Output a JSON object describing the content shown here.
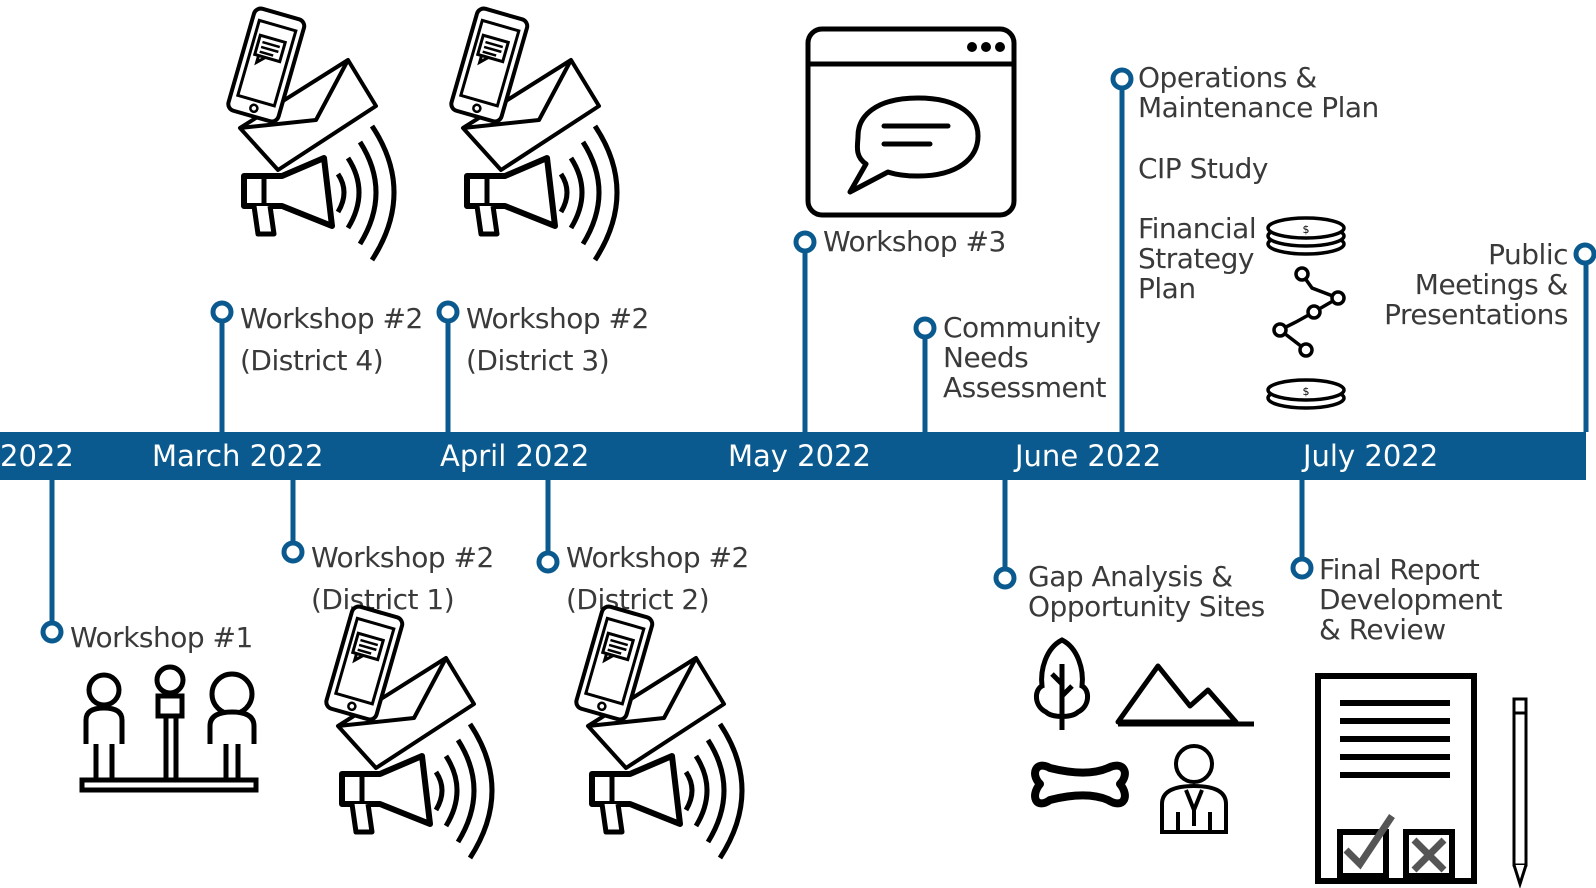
{
  "months": [
    "2022",
    "March 2022",
    "April 2022",
    "May 2022",
    "June 2022",
    "July 2022"
  ],
  "milestones": {
    "workshop1": "Workshop #1",
    "workshop2_d4": [
      "Workshop #2",
      "(District 4)"
    ],
    "workshop2_d3": [
      "Workshop #2",
      "(District 3)"
    ],
    "workshop2_d1": [
      "Workshop #2",
      "(District 1)"
    ],
    "workshop2_d2": [
      "Workshop #2",
      "(District 2)"
    ],
    "workshop3": "Workshop #3",
    "community_needs": [
      "Community",
      "Needs",
      "Assessment"
    ],
    "gap_analysis": [
      "Gap Analysis &",
      "Opportunity Sites"
    ],
    "operations": [
      "Operations &",
      "Maintenance Plan"
    ],
    "cip_study": "CIP Study",
    "financial": [
      "Financial",
      "Strategy",
      "Plan"
    ],
    "public_meetings": [
      "Public",
      "Meetings &",
      "Presentations"
    ],
    "final_report": [
      "Final Report",
      "Development",
      "& Review"
    ]
  },
  "colors": {
    "bar": "#0a5a8f",
    "marker": "#0a5a8f",
    "text": "#3a3a3a",
    "icon": "#000000"
  },
  "icons": [
    "people-meeting-icon",
    "phone-mail-megaphone-icon",
    "chat-window-icon",
    "coin-stack-icon",
    "tree-icon",
    "mountain-icon",
    "bone-icon",
    "person-icon",
    "checklist-document-icon",
    "pencil-icon"
  ]
}
